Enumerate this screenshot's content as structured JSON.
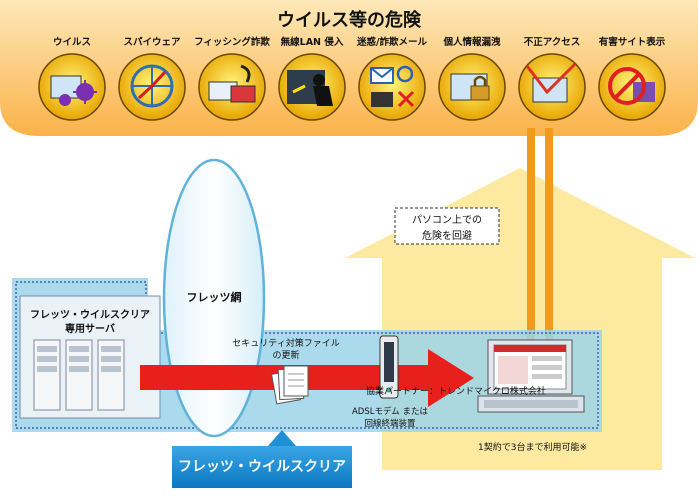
{
  "title": "ウイルス等の危険",
  "threats": [
    {
      "label": "ウイルス",
      "icon": "virus-icon"
    },
    {
      "label": "スパイウェア",
      "icon": "spyware-icon"
    },
    {
      "label": "フィッシング詐欺",
      "icon": "phishing-icon"
    },
    {
      "label": "無線LAN 侵入",
      "icon": "wireless-intrusion-icon"
    },
    {
      "label": "迷惑/詐欺メール",
      "icon": "spam-mail-icon"
    },
    {
      "label": "個人情報漏洩",
      "icon": "data-leak-icon"
    },
    {
      "label": "不正アクセス",
      "icon": "unauthorized-access-icon"
    },
    {
      "label": "有害サイト表示",
      "icon": "harmful-site-icon"
    }
  ],
  "callout": {
    "line1": "パソコン上での",
    "line2": "危険を回避"
  },
  "network_label": "フレッツ網",
  "server_label": {
    "line1": "フレッツ・ウイルスクリア",
    "line2": "専用サーバ"
  },
  "update_label": {
    "line1": "セキュリティ対策ファイル",
    "line2": "の更新"
  },
  "modem_label": {
    "line1": "ADSLモデム または",
    "line2": "回線終端装置"
  },
  "partner_text": "協業パートナー：トレンドマイクロ株式会社",
  "license_note": "1契約で3台まで利用可能※",
  "service_name": "フレッツ・ウイルスクリア",
  "colors": {
    "orange": "#f29a1c",
    "house_yellow": "#fde9a0",
    "service_blue": "#9cd3ea",
    "arrow_red": "#e8201c",
    "service_banner": "#1f8fd6"
  }
}
